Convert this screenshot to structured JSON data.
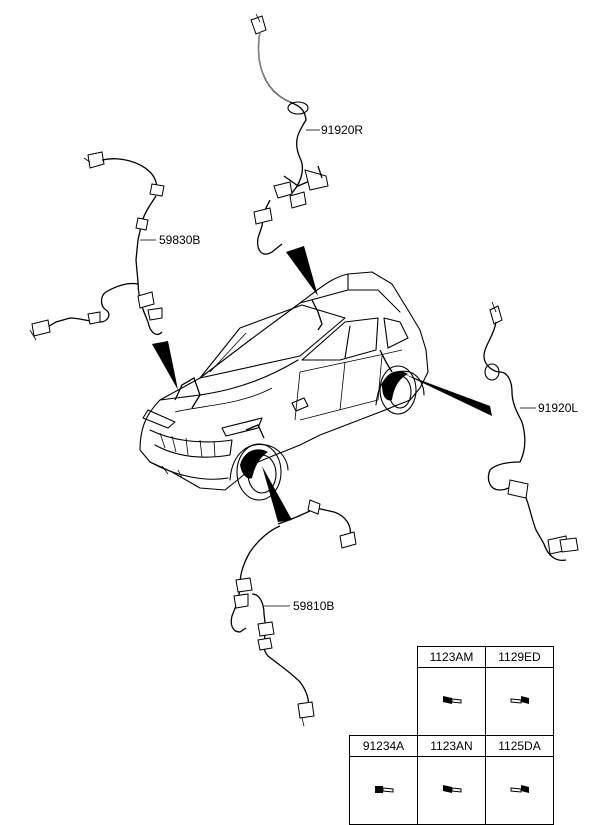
{
  "diagram": {
    "callouts": [
      {
        "id": "front-right",
        "part_no": "91920R"
      },
      {
        "id": "rear-right-harness",
        "part_no": "59830B"
      },
      {
        "id": "front-left",
        "part_no": "91920L"
      },
      {
        "id": "rear-left-harness",
        "part_no": "59810B"
      }
    ]
  },
  "fastener_table": {
    "top_row": [
      "1123AM",
      "1129ED"
    ],
    "bottom_row": [
      "91234A",
      "1123AN",
      "1125DA"
    ]
  }
}
